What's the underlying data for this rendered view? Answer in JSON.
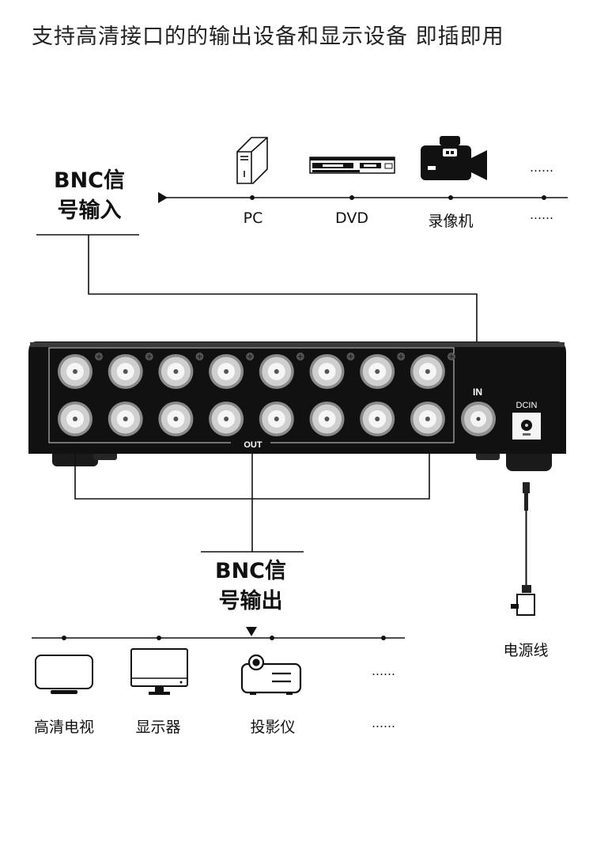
{
  "title": "支持高清接口的的输出设备和显示设备 即插即用",
  "input_label": {
    "line1": "BNC信",
    "line2": "号输入"
  },
  "output_label": {
    "line1": "BNC信",
    "line2": "号输出"
  },
  "sources": [
    {
      "label": "PC",
      "icon": "pc-tower-icon"
    },
    {
      "label": "DVD",
      "icon": "dvd-player-icon"
    },
    {
      "label": "录像机",
      "icon": "video-camera-icon"
    }
  ],
  "sources_more": "……",
  "sources_more_label": "……",
  "displays": [
    {
      "label": "高清电视",
      "icon": "tv-icon"
    },
    {
      "label": "显示器",
      "icon": "monitor-icon"
    },
    {
      "label": "投影仪",
      "icon": "projector-icon"
    }
  ],
  "displays_more": "……",
  "displays_more_label": "……",
  "device": {
    "out_label": "OUT",
    "in_label": "IN",
    "dc_label": "DCIN",
    "output_ports": 16,
    "input_ports": 1
  },
  "power_label": "电源线"
}
